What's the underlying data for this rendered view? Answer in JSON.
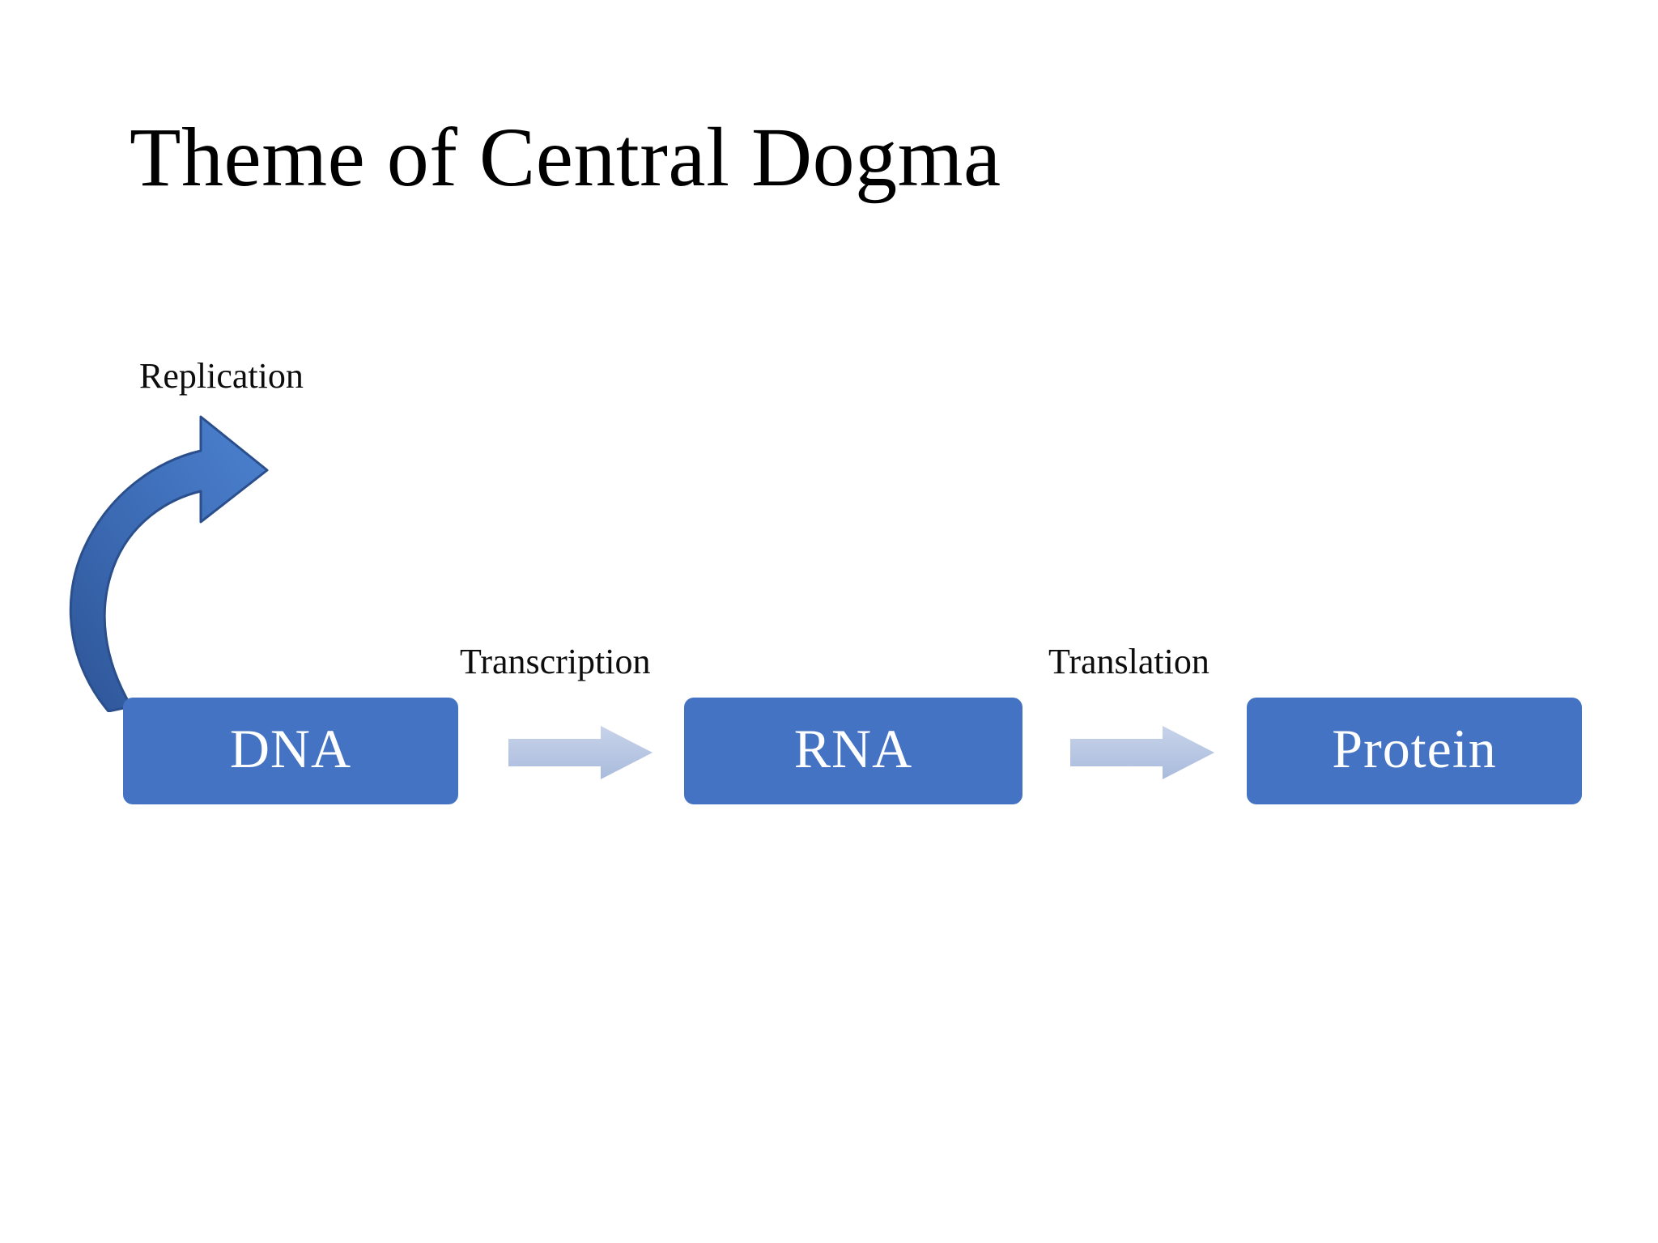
{
  "slide": {
    "title": "Theme of Central Dogma",
    "background_color": "#FFFFFF",
    "text_color": "#000000"
  },
  "colors": {
    "node_fill": "#4473C4",
    "node_text": "#FFFFFF",
    "flow_arrow_fill_light": "#C2CFE8",
    "flow_arrow_fill_dark": "#A8BADC",
    "curved_arrow_fill_light": "#4A7DCB",
    "curved_arrow_fill_dark": "#2E5597",
    "curved_arrow_stroke": "#2B4F8C"
  },
  "diagram": {
    "type": "flow",
    "nodes": [
      {
        "id": "dna",
        "label": "DNA"
      },
      {
        "id": "rna",
        "label": "RNA"
      },
      {
        "id": "protein",
        "label": "Protein"
      }
    ],
    "edges": [
      {
        "id": "transcription",
        "label": "Transcription",
        "from": "dna",
        "to": "rna",
        "style": "straight-arrow"
      },
      {
        "id": "translation",
        "label": "Translation",
        "from": "rna",
        "to": "protein",
        "style": "straight-arrow"
      },
      {
        "id": "replication",
        "label": "Replication",
        "from": "dna",
        "to": "dna",
        "style": "curved-self-loop"
      }
    ]
  }
}
